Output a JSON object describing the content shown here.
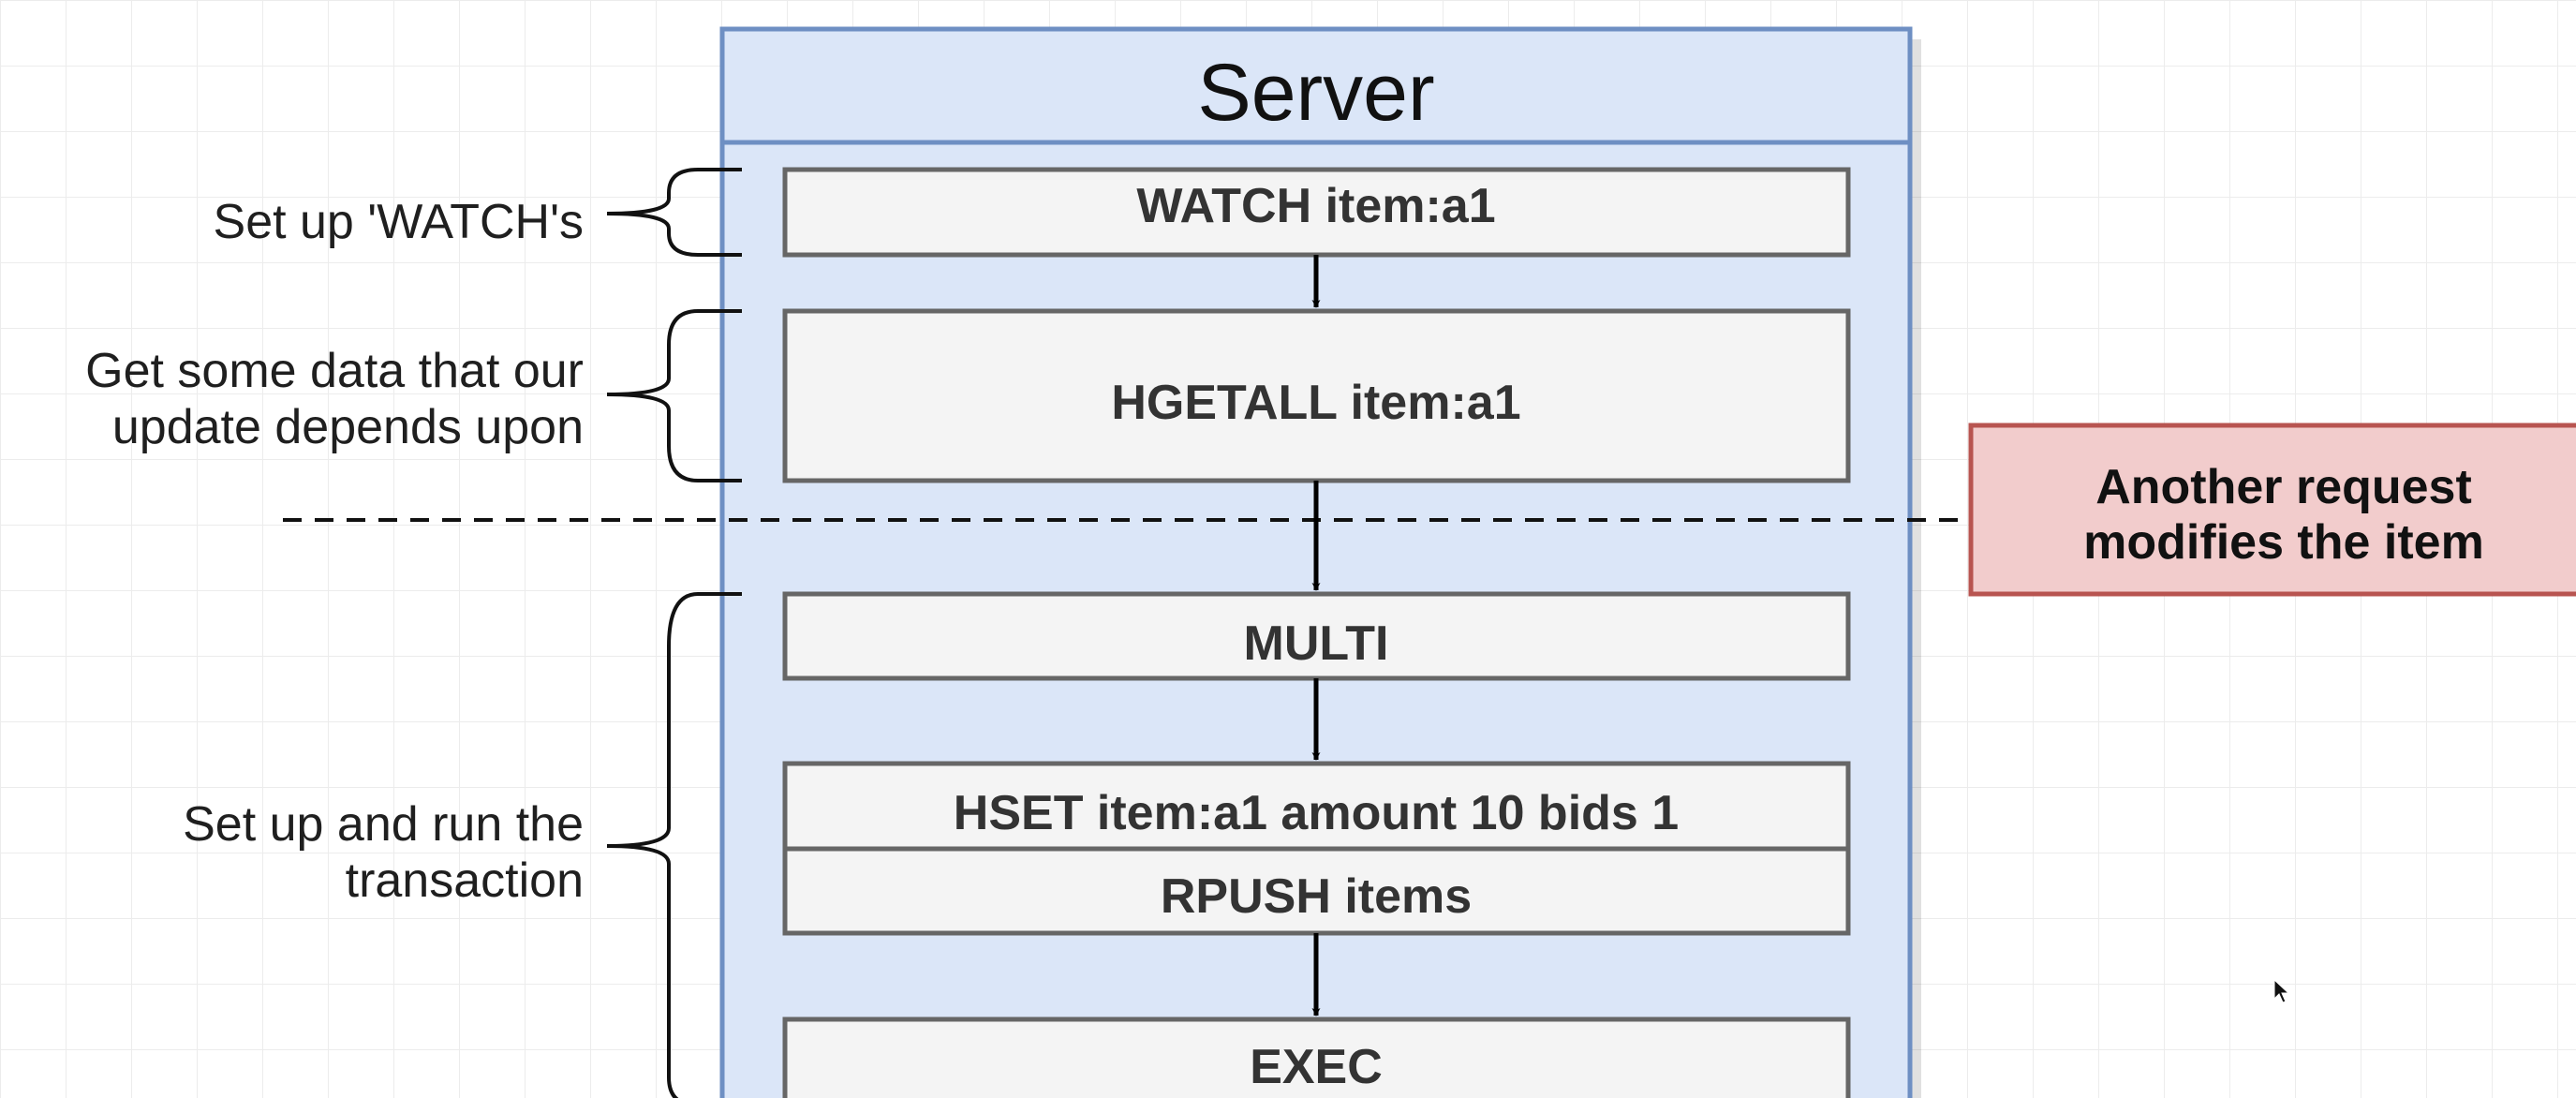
{
  "server": {
    "title": "Server"
  },
  "commands": {
    "watch": "WATCH item:a1",
    "hgetall": "HGETALL item:a1",
    "multi": "MULTI",
    "hset": "HSET item:a1 amount 10 bids 1",
    "rpush": "RPUSH items",
    "exec": "EXEC"
  },
  "brackets": {
    "watch": [
      "Set up 'WATCH's"
    ],
    "data": [
      "Get some data that our",
      "update depends upon"
    ],
    "transaction": [
      "Set up and run the",
      "transaction"
    ]
  },
  "note": {
    "lines": [
      "Another request",
      "modifies the item"
    ]
  },
  "colors": {
    "server_fill": "#dbe6f8",
    "server_stroke": "#6e8fc3",
    "box_fill": "#f4f4f4",
    "box_stroke": "#666666",
    "note_fill": "#f2cccc",
    "note_stroke": "#b85450",
    "arrow": "#000000"
  }
}
